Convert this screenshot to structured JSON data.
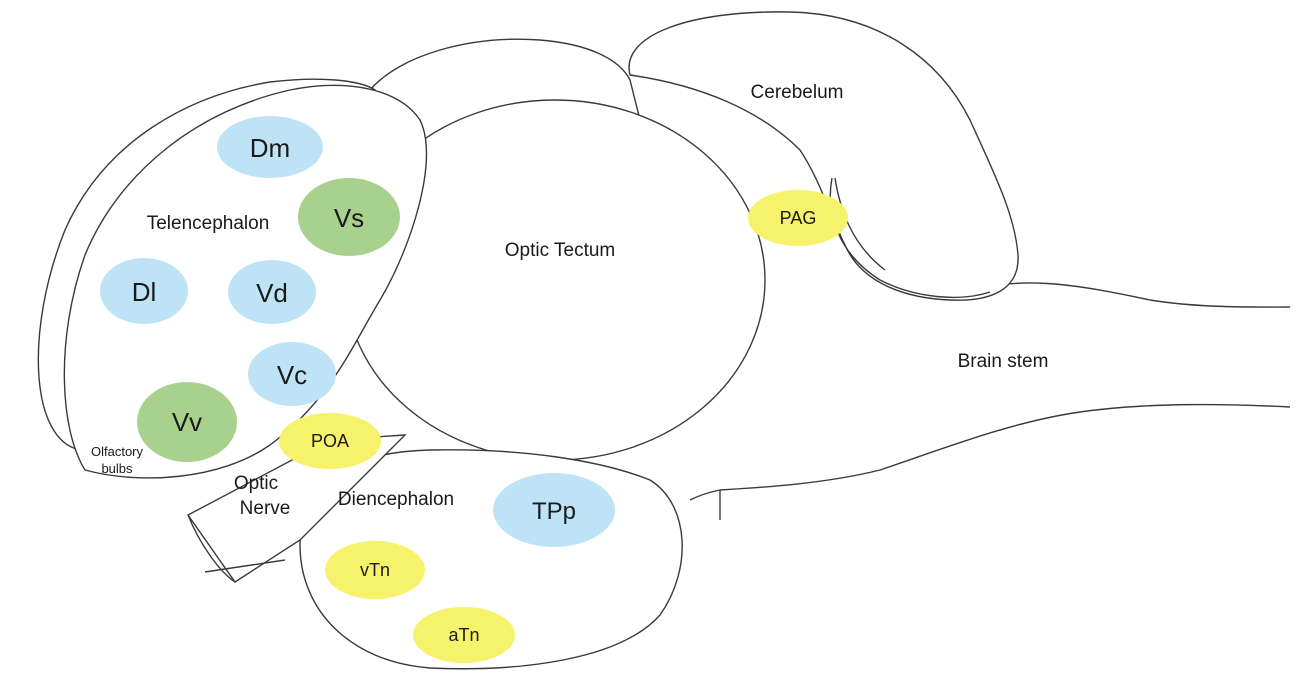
{
  "colors": {
    "blue": "#bfe3f6",
    "green": "#a9d18e",
    "yellow": "#f7f26b",
    "outline": "#3a3a3a"
  },
  "regions": {
    "cerebelum": "Cerebelum",
    "optic_tectum": "Optic Tectum",
    "telencephalon": "Telencephalon",
    "brain_stem": "Brain stem",
    "diencephalon": "Diencephalon",
    "optic_nerve_line1": "Optic",
    "optic_nerve_line2": "Nerve",
    "olfactory_line1": "Olfactory",
    "olfactory_line2": "bulbs"
  },
  "nuclei": {
    "dm": "Dm",
    "vs": "Vs",
    "dl": "Dl",
    "vd": "Vd",
    "vc": "Vc",
    "vv": "Vv",
    "poa": "POA",
    "pag": "PAG",
    "tpp": "TPp",
    "vtn": "vTn",
    "atn": "aTn"
  }
}
